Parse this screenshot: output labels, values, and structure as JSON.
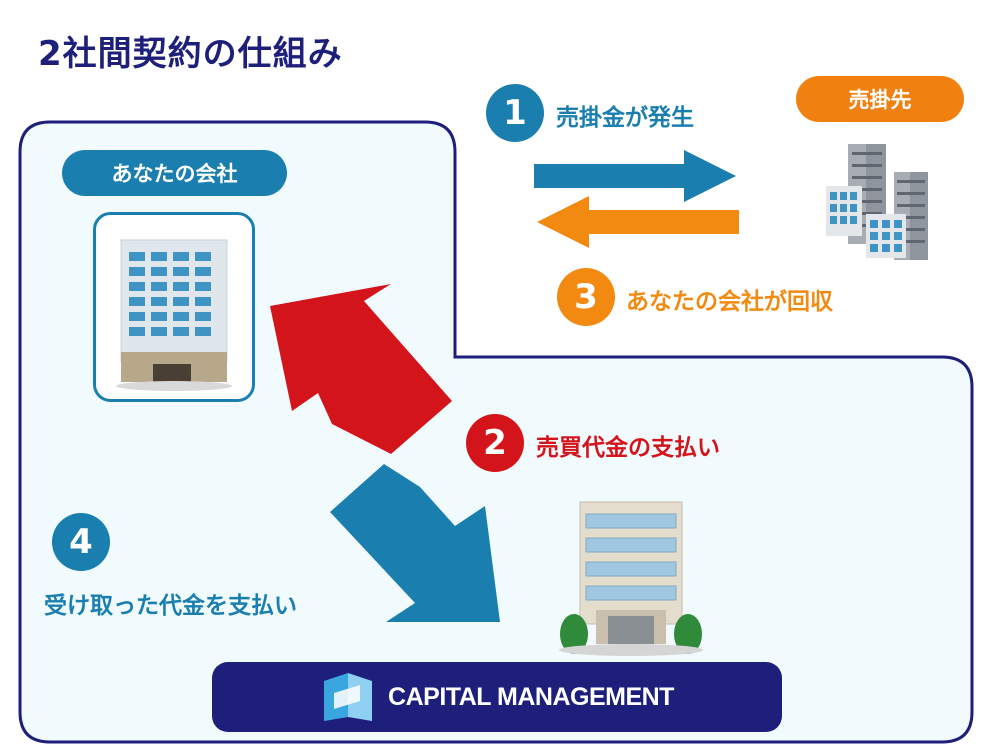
{
  "title": "2社間契約の仕組み",
  "company_label": "あなたの会社",
  "customer_label": "売掛先",
  "steps": [
    {
      "num": "1",
      "label": "売掛金が発生"
    },
    {
      "num": "2",
      "label": "売買代金の支払い"
    },
    {
      "num": "3",
      "label": "あなたの会社が回収"
    },
    {
      "num": "4",
      "label": "受け取った代金を支払い"
    }
  ],
  "logo_text": "CAPITAL MANAGEMENT",
  "colors": {
    "navy": "#1d1f7a",
    "blue": "#1a7fae",
    "orange": "#f28a12",
    "red": "#d4141b",
    "panel_fill": "#f1fafd"
  }
}
